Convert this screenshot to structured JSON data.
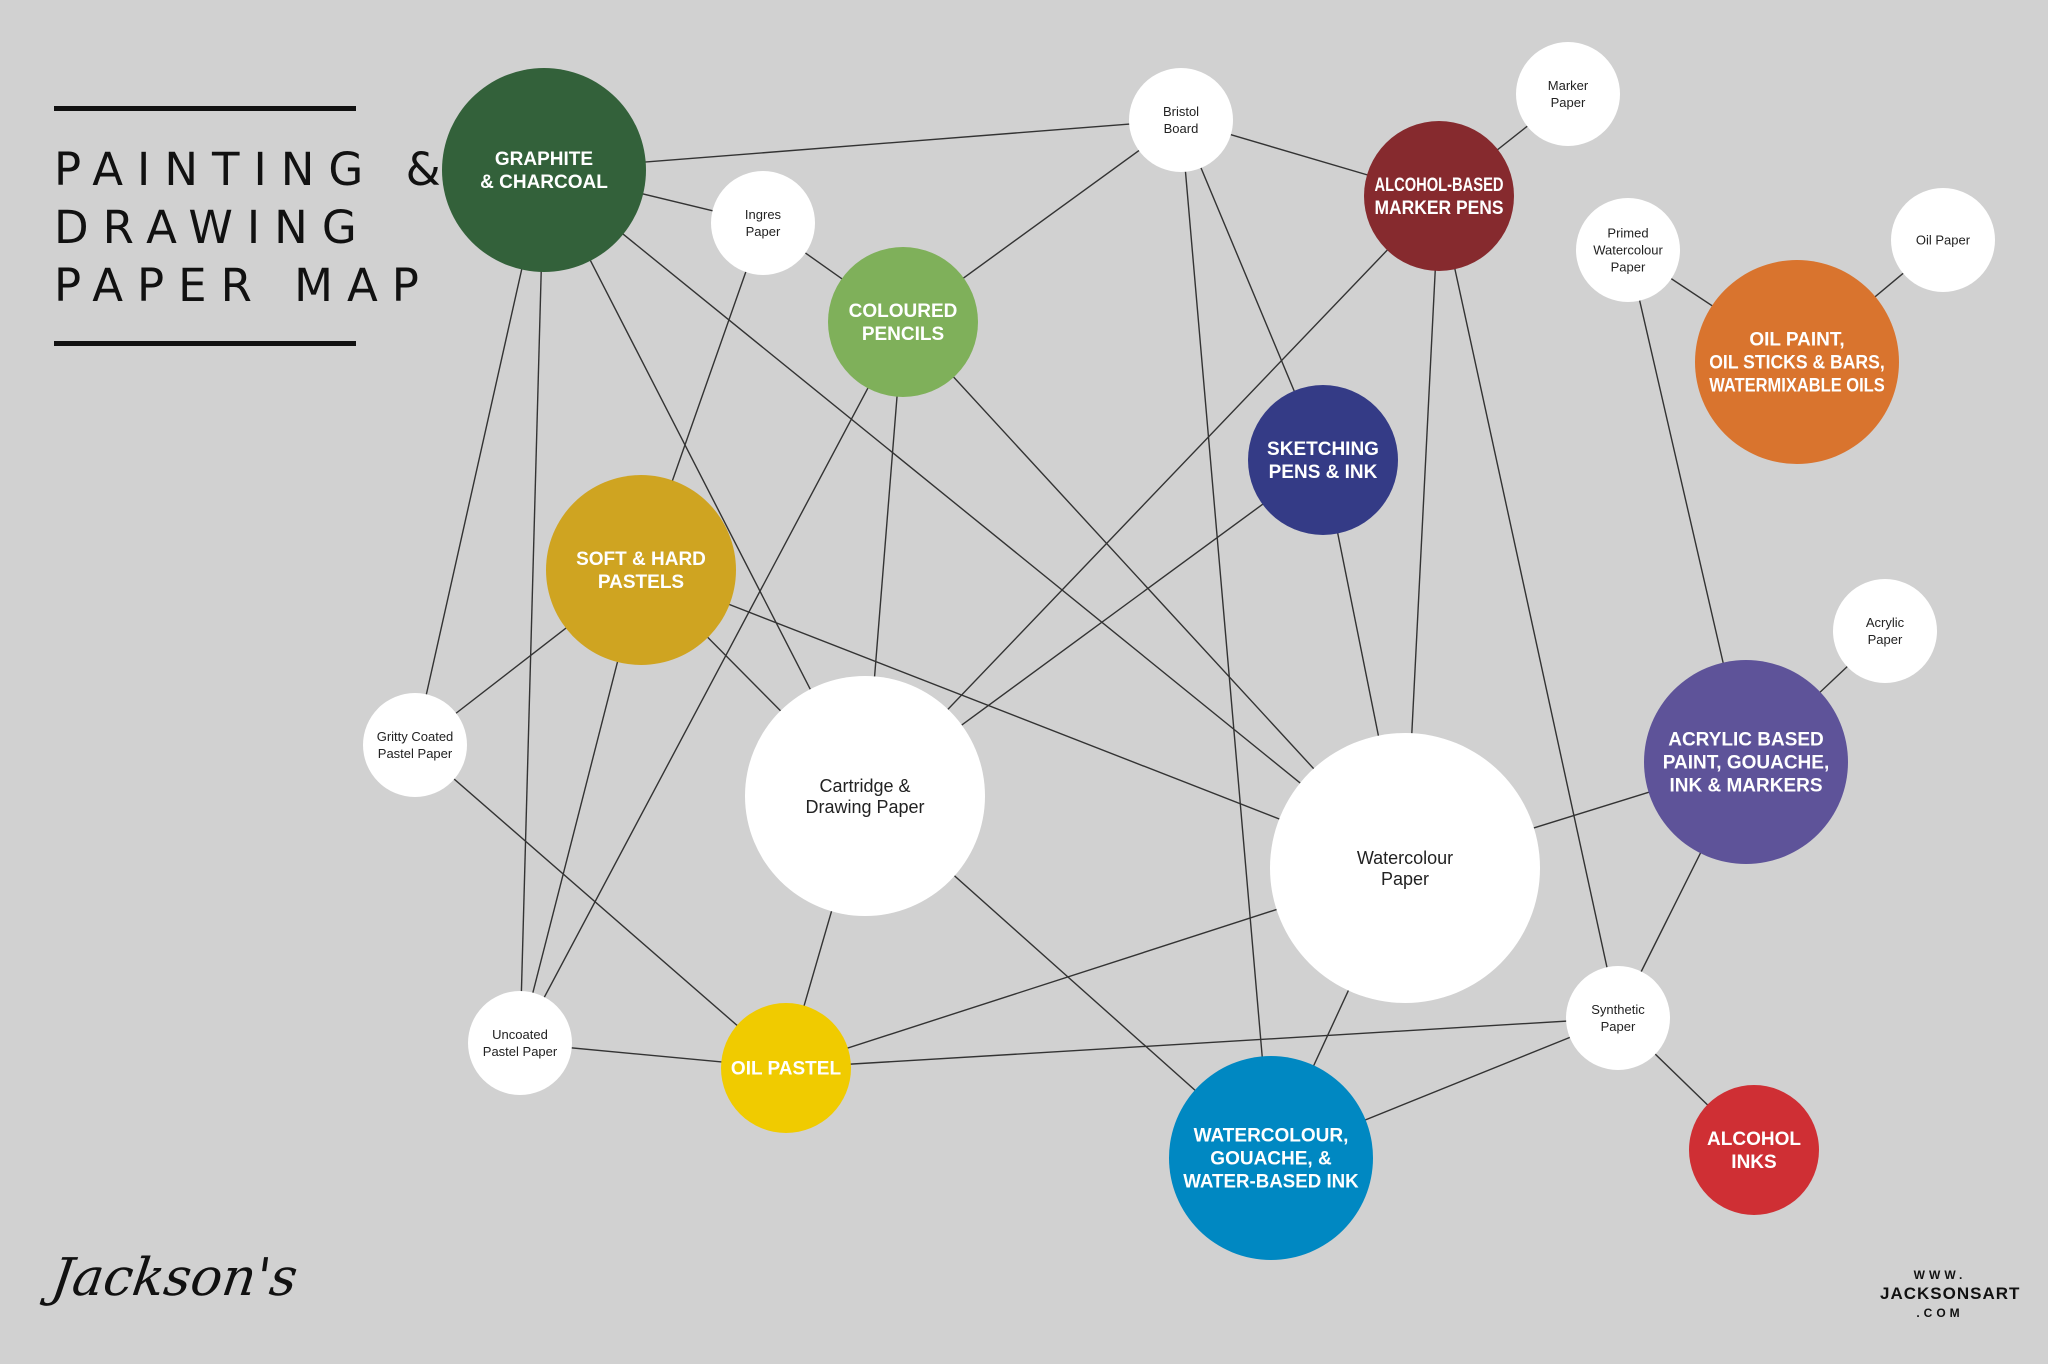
{
  "title": {
    "lines": [
      "PAINTING &",
      "DRAWING",
      "PAPER MAP"
    ]
  },
  "brand": {
    "logo_text": "Jackson's",
    "web_top": "WWW.",
    "web_mid": "JACKSONSART",
    "web_bot": ".COM"
  },
  "colors": {
    "background": "#d1d1d1",
    "line": "#333333",
    "paper_node": "#ffffff"
  },
  "nodes": [
    {
      "id": "graphite",
      "lines": [
        "GRAPHITE",
        "& CHARCOAL"
      ],
      "kind": "medium",
      "color": "#33613a"
    },
    {
      "id": "coloured-pencils",
      "lines": [
        "COLOURED",
        "PENCILS"
      ],
      "kind": "medium",
      "color": "#7fb05a"
    },
    {
      "id": "alcohol-markers",
      "lines": [
        "ALCOHOL-BASED",
        "MARKER PENS"
      ],
      "kind": "medium",
      "color": "#862a2e"
    },
    {
      "id": "sketching-pens",
      "lines": [
        "SKETCHING",
        "PENS & INK"
      ],
      "kind": "medium",
      "color": "#343b86"
    },
    {
      "id": "oil-paint",
      "lines": [
        "OIL PAINT,",
        "OIL STICKS & BARS,",
        "WATERMIXABLE OILS"
      ],
      "kind": "medium",
      "color": "#d9742e"
    },
    {
      "id": "pastels",
      "lines": [
        "SOFT & HARD",
        "PASTELS"
      ],
      "kind": "medium",
      "color": "#cfa421"
    },
    {
      "id": "acrylic",
      "lines": [
        "ACRYLIC BASED",
        "PAINT, GOUACHE,",
        "INK & MARKERS"
      ],
      "kind": "medium",
      "color": "#5e5399"
    },
    {
      "id": "oil-pastel",
      "lines": [
        "OIL PASTEL"
      ],
      "kind": "medium",
      "color": "#f0cb00"
    },
    {
      "id": "watercolour-ink",
      "lines": [
        "WATERCOLOUR,",
        "GOUACHE, &",
        "WATER-BASED INK"
      ],
      "kind": "medium",
      "color": "#0088c2"
    },
    {
      "id": "alcohol-inks",
      "lines": [
        "ALCOHOL",
        "INKS"
      ],
      "kind": "medium",
      "color": "#cf2f34"
    },
    {
      "id": "bristol",
      "lines": [
        "Bristol",
        "Board"
      ],
      "kind": "paper-small"
    },
    {
      "id": "marker-paper",
      "lines": [
        "Marker",
        "Paper"
      ],
      "kind": "paper-small"
    },
    {
      "id": "ingres",
      "lines": [
        "Ingres",
        "Paper"
      ],
      "kind": "paper-small"
    },
    {
      "id": "primed-wc",
      "lines": [
        "Primed",
        "Watercolour",
        "Paper"
      ],
      "kind": "paper-small"
    },
    {
      "id": "oil-paper",
      "lines": [
        "Oil Paper"
      ],
      "kind": "paper-small"
    },
    {
      "id": "acrylic-paper",
      "lines": [
        "Acrylic",
        "Paper"
      ],
      "kind": "paper-small"
    },
    {
      "id": "gritty",
      "lines": [
        "Gritty Coated",
        "Pastel Paper"
      ],
      "kind": "paper-small"
    },
    {
      "id": "cartridge",
      "lines": [
        "Cartridge &",
        "Drawing Paper"
      ],
      "kind": "paper-big"
    },
    {
      "id": "watercolour-paper",
      "lines": [
        "Watercolour",
        "Paper"
      ],
      "kind": "paper-big"
    },
    {
      "id": "uncoated",
      "lines": [
        "Uncoated",
        "Pastel Paper"
      ],
      "kind": "paper-small"
    },
    {
      "id": "synthetic",
      "lines": [
        "Synthetic",
        "Paper"
      ],
      "kind": "paper-small"
    }
  ],
  "edges": [
    [
      "graphite",
      "bristol"
    ],
    [
      "graphite",
      "ingres"
    ],
    [
      "graphite",
      "cartridge"
    ],
    [
      "graphite",
      "watercolour-paper"
    ],
    [
      "graphite",
      "gritty"
    ],
    [
      "graphite",
      "uncoated"
    ],
    [
      "ingres",
      "coloured-pencils"
    ],
    [
      "ingres",
      "pastels"
    ],
    [
      "bristol",
      "coloured-pencils"
    ],
    [
      "bristol",
      "alcohol-markers"
    ],
    [
      "bristol",
      "sketching-pens"
    ],
    [
      "bristol",
      "watercolour-ink"
    ],
    [
      "marker-paper",
      "alcohol-markers"
    ],
    [
      "alcohol-markers",
      "cartridge"
    ],
    [
      "alcohol-markers",
      "watercolour-paper"
    ],
    [
      "alcohol-markers",
      "synthetic"
    ],
    [
      "coloured-pencils",
      "cartridge"
    ],
    [
      "coloured-pencils",
      "watercolour-paper"
    ],
    [
      "coloured-pencils",
      "uncoated"
    ],
    [
      "sketching-pens",
      "cartridge"
    ],
    [
      "sketching-pens",
      "watercolour-paper"
    ],
    [
      "primed-wc",
      "oil-paint"
    ],
    [
      "primed-wc",
      "acrylic"
    ],
    [
      "oil-paper",
      "oil-paint"
    ],
    [
      "acrylic-paper",
      "acrylic"
    ],
    [
      "acrylic",
      "watercolour-paper"
    ],
    [
      "acrylic",
      "synthetic"
    ],
    [
      "pastels",
      "gritty"
    ],
    [
      "pastels",
      "cartridge"
    ],
    [
      "pastels",
      "watercolour-paper"
    ],
    [
      "pastels",
      "uncoated"
    ],
    [
      "gritty",
      "oil-pastel"
    ],
    [
      "uncoated",
      "oil-pastel"
    ],
    [
      "cartridge",
      "oil-pastel"
    ],
    [
      "cartridge",
      "watercolour-ink"
    ],
    [
      "watercolour-paper",
      "oil-pastel"
    ],
    [
      "watercolour-paper",
      "watercolour-ink"
    ],
    [
      "oil-pastel",
      "synthetic"
    ],
    [
      "synthetic",
      "watercolour-ink"
    ],
    [
      "synthetic",
      "alcohol-inks"
    ]
  ]
}
